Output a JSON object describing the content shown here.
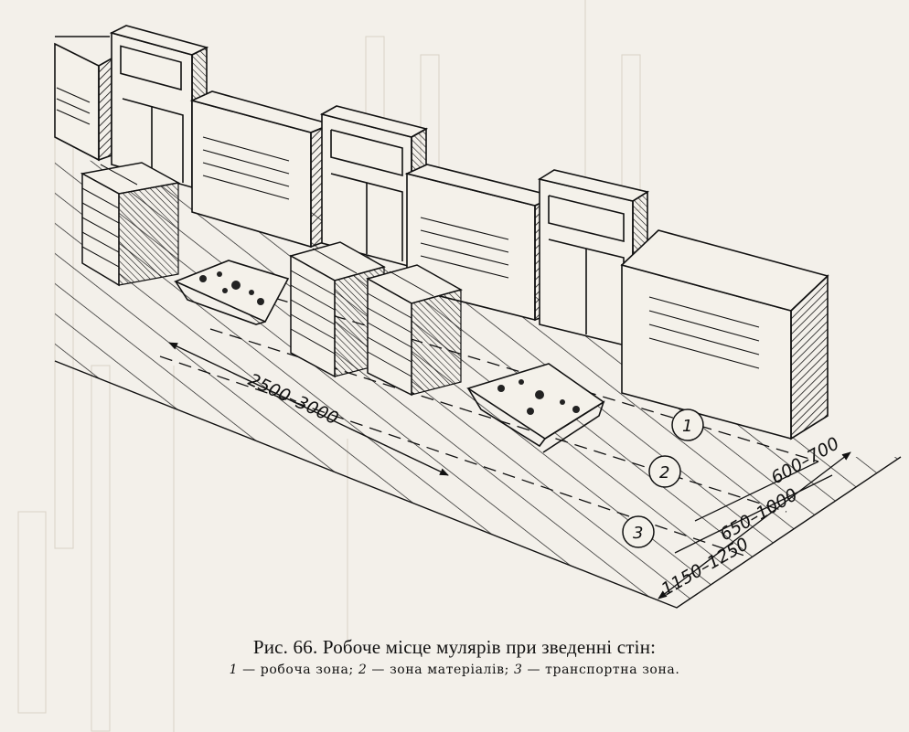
{
  "figure": {
    "dimensions": {
      "spacing": "2500–3000",
      "zone1": "600–700",
      "zone2": "650–1000",
      "zone3": "1150–1250"
    },
    "zones": [
      "1",
      "2",
      "3"
    ]
  },
  "caption": {
    "title": "Рис. 66. Робоче місце мулярів при зведенні стін:",
    "legend": [
      {
        "num": "1",
        "text": "— робоча зона;"
      },
      {
        "num": "2",
        "text": "— зона матеріалів;"
      },
      {
        "num": "3",
        "text": "— транспортна зона."
      }
    ]
  },
  "colors": {
    "ink": "#111111",
    "paper": "#f3f0ea"
  }
}
